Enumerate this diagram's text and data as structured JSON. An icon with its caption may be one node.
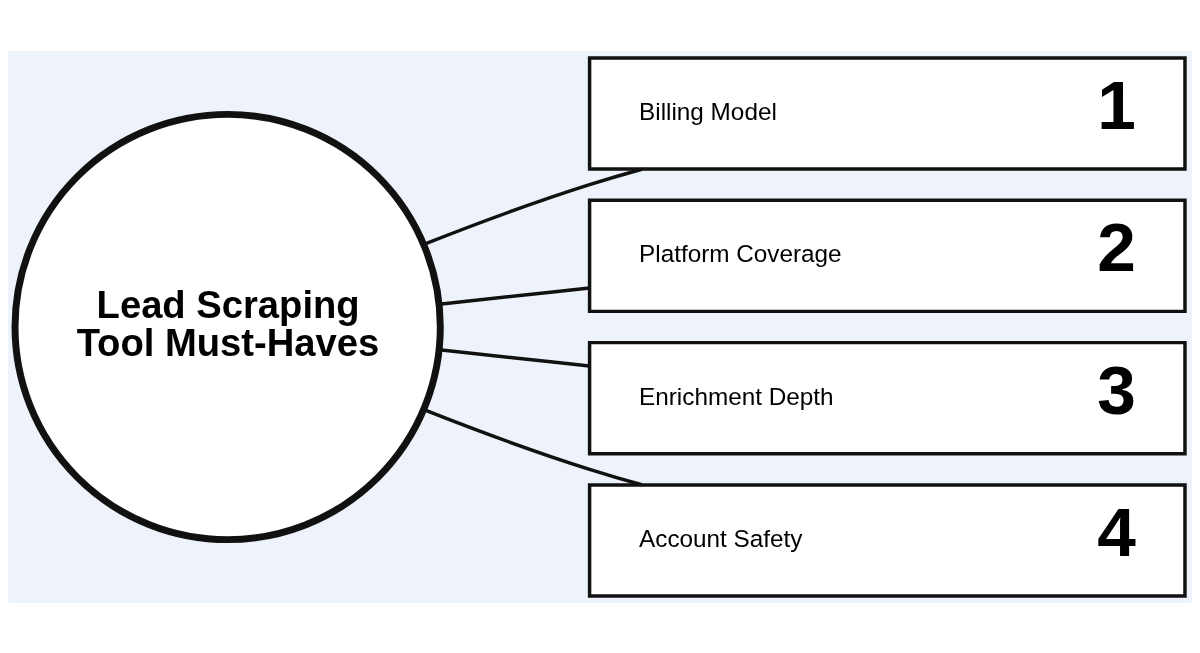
{
  "diagram": {
    "nodes": [
      {
        "text": [
          "Lead Scraping Tool Must-Haves"
        ]
      },
      {
        "text": [
          "Billing Model",
          "1"
        ]
      },
      {
        "text": [
          "Platform Coverage",
          "2"
        ]
      },
      {
        "text": [
          "Enrichment Depth",
          "3"
        ]
      },
      {
        "text": [
          "Account Safety",
          "4"
        ]
      }
    ],
    "edges": [
      {
        "from": 0,
        "to": 1,
        "arrow": "none"
      },
      {
        "from": 0,
        "to": 2,
        "arrow": "none"
      },
      {
        "from": 0,
        "to": 3,
        "arrow": "none"
      },
      {
        "from": 0,
        "to": 4,
        "arrow": "none"
      }
    ]
  }
}
